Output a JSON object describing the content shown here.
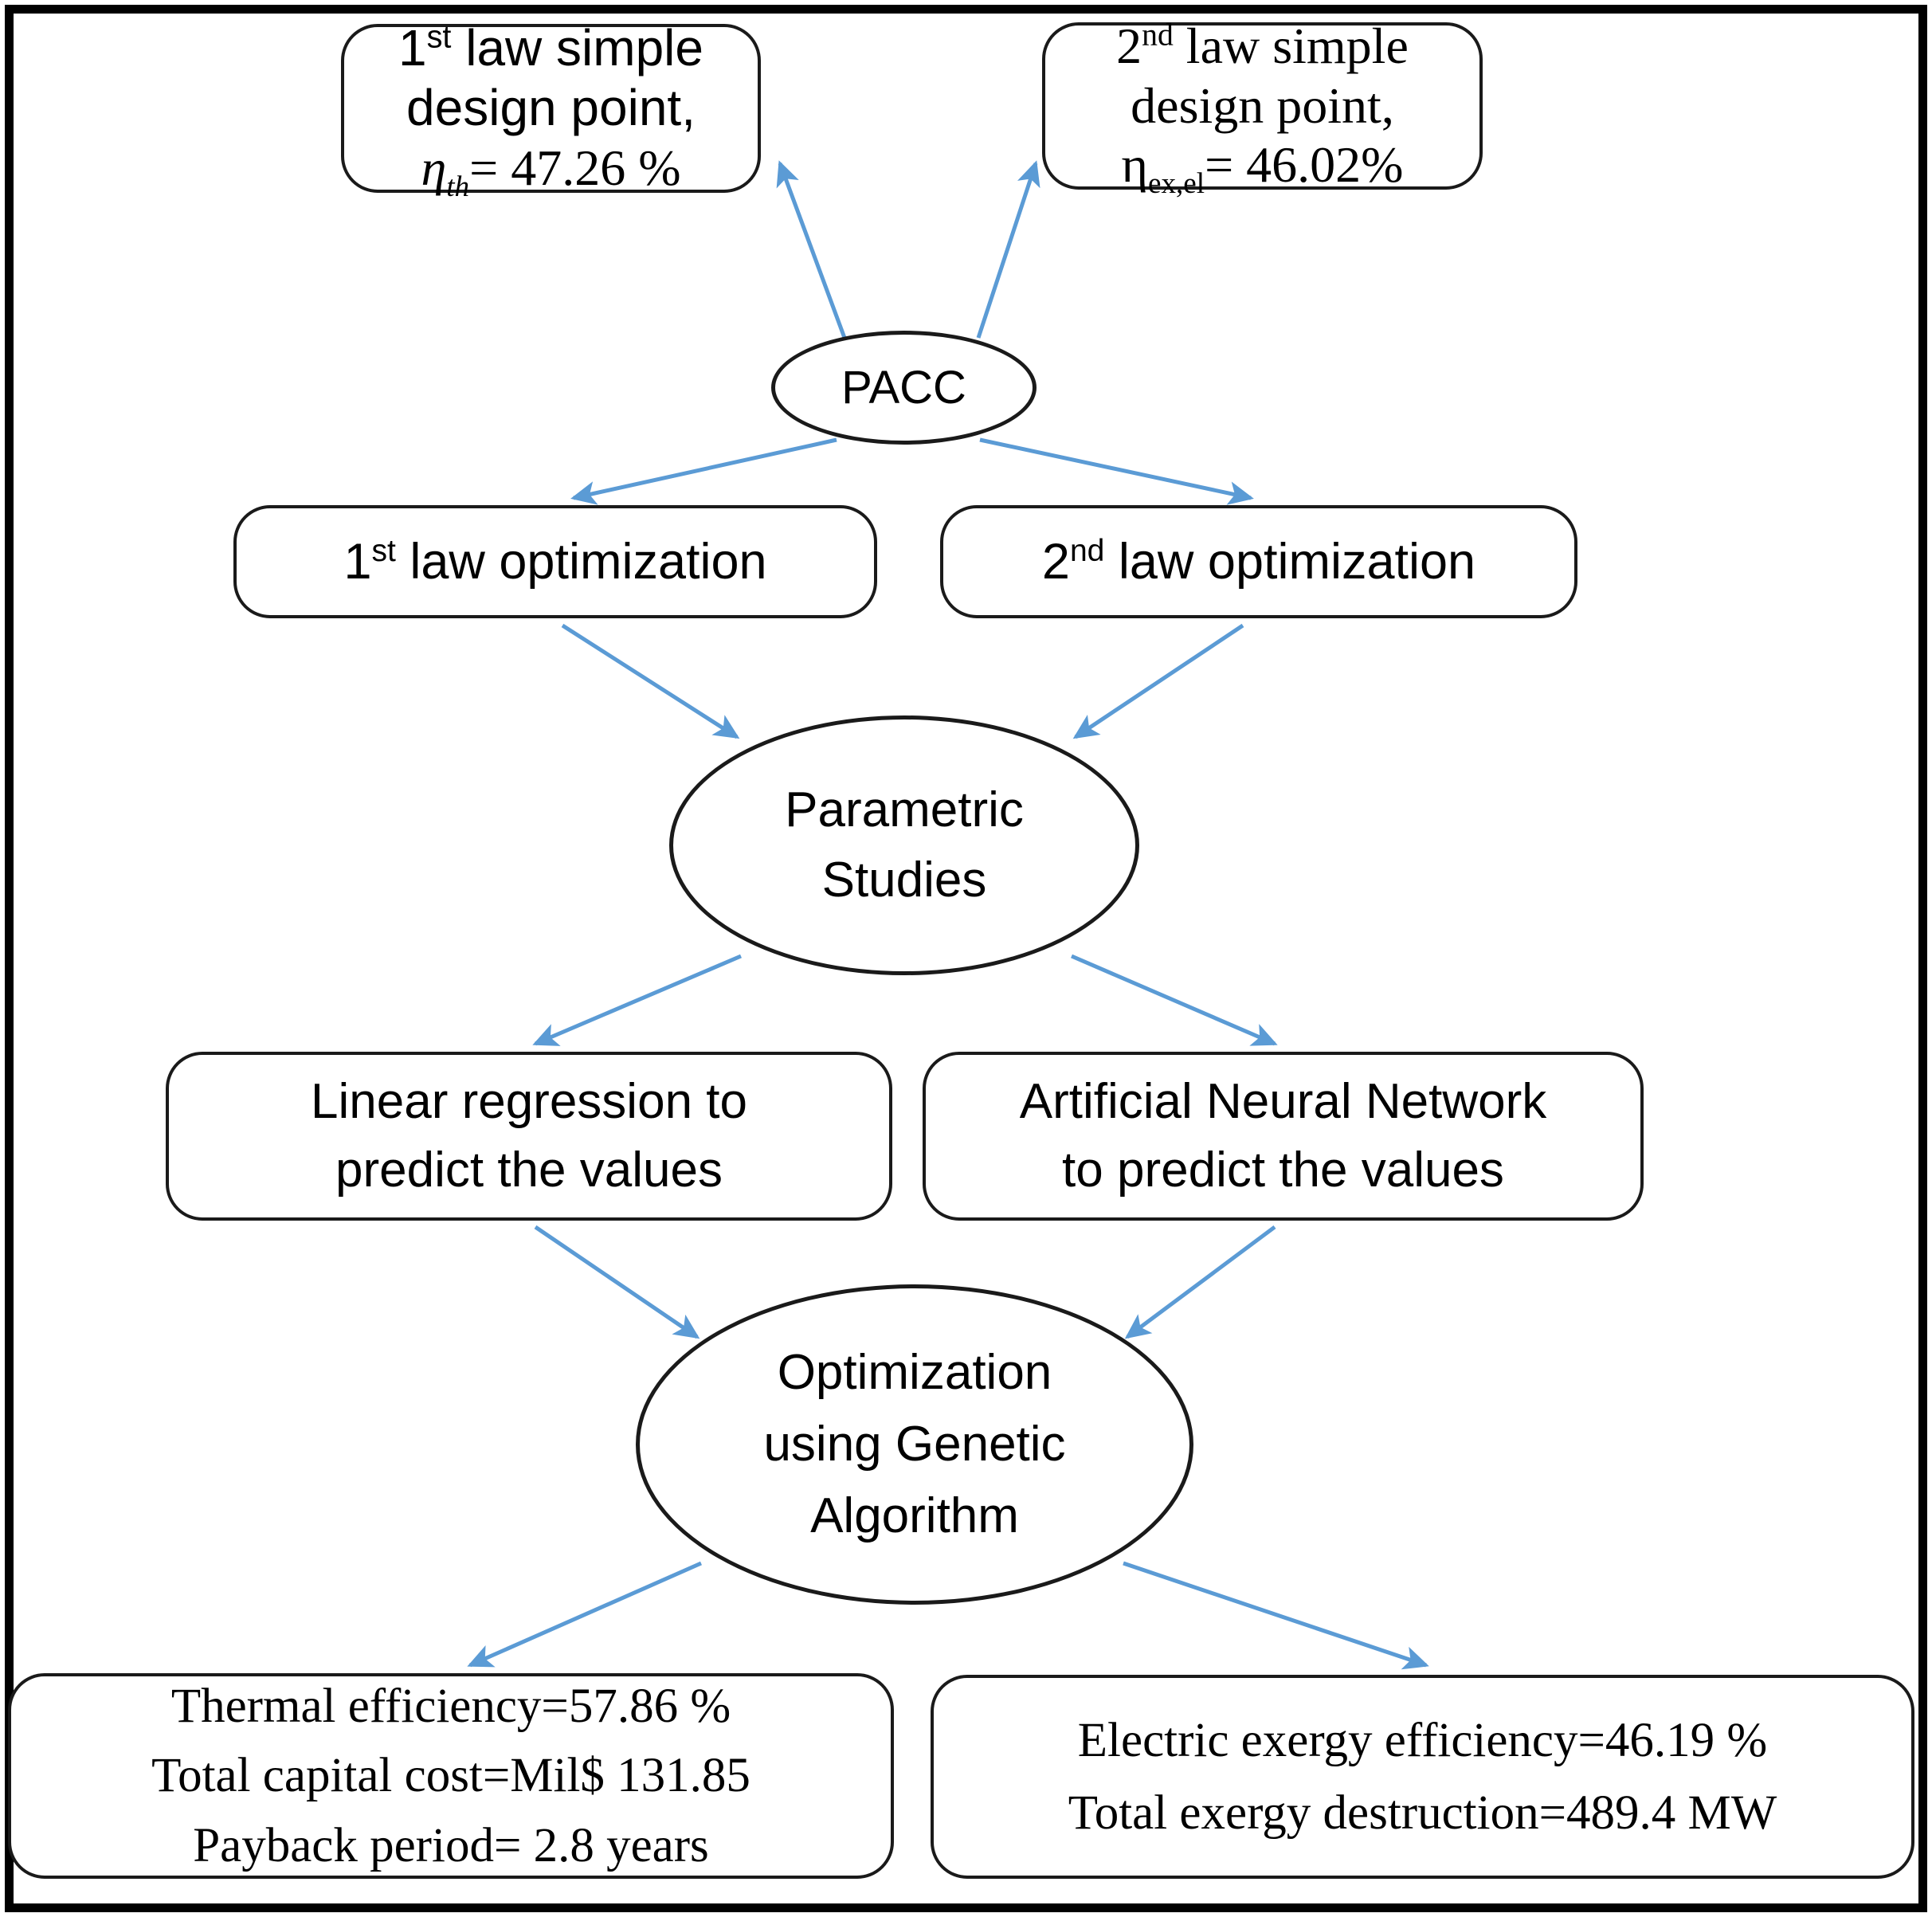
{
  "diagram": {
    "title": "PACC thermodynamic optimization flowchart",
    "arrow_color": "#5B9BD5",
    "node_border_color": "#1A1A1A",
    "frame_color": "#000000",
    "background": "#FFFFFF"
  },
  "nodes": {
    "first_law_design": {
      "shape": "rounded-rectangle",
      "line1_prefix": "1",
      "line1_sup": "st",
      "line1_rest": " law simple",
      "line2": "design point,",
      "symbol": "η",
      "symbol_sub": "th",
      "value_text": "= 47.26 %"
    },
    "second_law_design": {
      "shape": "rounded-rectangle",
      "line1_prefix": "2",
      "line1_sup": "nd",
      "line1_rest": " law simple",
      "line2": "design point,",
      "symbol": "η",
      "symbol_sub": "ex,el",
      "value_text": "= 46.02%"
    },
    "pacc": {
      "shape": "ellipse",
      "label": "PACC"
    },
    "first_law_optimization": {
      "shape": "rounded-rectangle",
      "prefix": "1",
      "sup": "st",
      "rest": " law optimization"
    },
    "second_law_optimization": {
      "shape": "rounded-rectangle",
      "prefix": "2",
      "sup": "nd",
      "rest": " law optimization"
    },
    "parametric_studies": {
      "shape": "ellipse",
      "line1": "Parametric",
      "line2": "Studies"
    },
    "linear_regression": {
      "shape": "rounded-rectangle",
      "line1": "Linear regression to",
      "line2": "predict the values"
    },
    "artificial_neural_network": {
      "shape": "rounded-rectangle",
      "line1": "Artificial Neural Network",
      "line2": "to predict the values"
    },
    "genetic_algorithm": {
      "shape": "ellipse",
      "line1": "Optimization",
      "line2": "using Genetic",
      "line3": "Algorithm"
    },
    "thermal_results": {
      "shape": "rounded-rectangle",
      "line1": "Thermal efficiency=57.86 %",
      "line2": "Total capital cost=Mil$ 131.85",
      "line3": "Payback period= 2.8 years"
    },
    "exergy_results": {
      "shape": "rounded-rectangle",
      "line1": "Electric exergy efficiency=46.19 %",
      "line2": "Total exergy destruction=489.4 MW"
    }
  },
  "results": {
    "thermal_efficiency": "57.86 %",
    "total_capital_cost": "Mil$ 131.85",
    "payback_period": "2.8 years",
    "electric_exergy_efficiency": "46.19 %",
    "total_exergy_destruction": "489.4 MW",
    "first_law_design_efficiency": "47.26 %",
    "second_law_design_efficiency": "46.02%"
  },
  "edges": [
    {
      "from": "pacc",
      "to": "first_law_design"
    },
    {
      "from": "pacc",
      "to": "second_law_design"
    },
    {
      "from": "pacc",
      "to": "first_law_optimization"
    },
    {
      "from": "pacc",
      "to": "second_law_optimization"
    },
    {
      "from": "first_law_optimization",
      "to": "parametric_studies"
    },
    {
      "from": "second_law_optimization",
      "to": "parametric_studies"
    },
    {
      "from": "parametric_studies",
      "to": "linear_regression"
    },
    {
      "from": "parametric_studies",
      "to": "artificial_neural_network"
    },
    {
      "from": "linear_regression",
      "to": "genetic_algorithm"
    },
    {
      "from": "artificial_neural_network",
      "to": "genetic_algorithm"
    },
    {
      "from": "genetic_algorithm",
      "to": "thermal_results"
    },
    {
      "from": "genetic_algorithm",
      "to": "exergy_results"
    }
  ]
}
